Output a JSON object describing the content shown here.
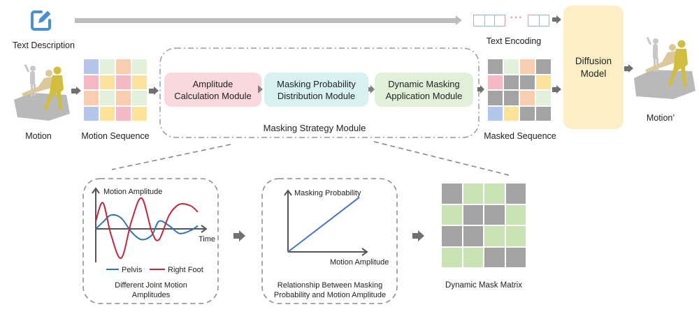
{
  "inputs": {
    "text_description": {
      "label": "Text Description",
      "icon": "edit-icon"
    },
    "motion": {
      "label": "Motion"
    },
    "motion_sequence": {
      "label": "Motion Sequence",
      "cells": [
        [
          "#b4c7ea",
          "#e2f0dc",
          "#f8cdb0",
          "#e2f0dc"
        ],
        [
          "#f4b9c4",
          "#fde29a",
          "#f4b9c4",
          "#fde29a"
        ],
        [
          "#f8cdb0",
          "#e2f0dc",
          "#f8cdb0",
          "#e2f0dc"
        ],
        [
          "#b4c7ea",
          "#fde29a",
          "#f4b9c4",
          "#fde29a"
        ]
      ]
    }
  },
  "text_encoding": {
    "label": "Text Encoding",
    "ellipsis": "···"
  },
  "strategy": {
    "title": "Masking Strategy Module",
    "modules": [
      {
        "line1": "Amplitude",
        "line2": "Calculation Module",
        "color": "#f9d9de"
      },
      {
        "line1": "Masking Probability",
        "line2": "Distribution Module",
        "color": "#d8f2f2"
      },
      {
        "line1": "Dynamic Masking",
        "line2": "Application Module",
        "color": "#e1f0d9"
      }
    ]
  },
  "masked_sequence": {
    "label": "Masked Sequence",
    "cells": [
      [
        "#a3a3a3",
        "#e2f0dc",
        "#f8cdb0",
        "#a3a3a3"
      ],
      [
        "#f4b9c4",
        "#a3a3a3",
        "#a3a3a3",
        "#fde29a"
      ],
      [
        "#a3a3a3",
        "#a3a3a3",
        "#f8cdb0",
        "#e2f0dc"
      ],
      [
        "#b4c7ea",
        "#fde29a",
        "#a3a3a3",
        "#a3a3a3"
      ]
    ]
  },
  "diffusion": {
    "line1": "Diffusion",
    "line2": "Model"
  },
  "output": {
    "label": "Motion’"
  },
  "detail": {
    "amplitude_chart": {
      "caption_line1": "Different Joint Motion",
      "caption_line2": "Amplitudes"
    },
    "probability_chart": {
      "caption_line1": "Relationship Between Masking",
      "caption_line2": "Probability and Motion Amplitude"
    },
    "mask_matrix": {
      "label": "Dynamic Mask Matrix",
      "cells": [
        [
          "#a3a3a3",
          "#c9e3b4",
          "#c9e3b4",
          "#a3a3a3"
        ],
        [
          "#c9e3b4",
          "#a3a3a3",
          "#a3a3a3",
          "#c9e3b4"
        ],
        [
          "#a3a3a3",
          "#a3a3a3",
          "#c9e3b4",
          "#c9e3b4"
        ],
        [
          "#c9e3b4",
          "#c9e3b4",
          "#a3a3a3",
          "#a3a3a3"
        ]
      ]
    }
  },
  "chart_data": [
    {
      "type": "line",
      "title": "Different Joint Motion Amplitudes",
      "xlabel": "Time",
      "ylabel": "Motion Amplitude",
      "xlim": [
        0,
        1
      ],
      "ylim": [
        -1,
        1
      ],
      "grid": false,
      "legend_position": "bottom",
      "x": [
        0,
        0.07,
        0.15,
        0.25,
        0.35,
        0.45,
        0.55,
        0.62,
        0.72,
        0.82,
        0.93,
        1.0
      ],
      "series": [
        {
          "name": "Pelvis",
          "color": "#2e75b6",
          "values": [
            0,
            0.22,
            0.45,
            0.35,
            -0.1,
            -0.35,
            -0.2,
            0.25,
            0.1,
            -0.15,
            -0.05,
            0.1
          ]
        },
        {
          "name": "Right Foot",
          "color": "#c0283c",
          "values": [
            0.25,
            0.85,
            -0.2,
            -0.95,
            0.25,
            1.0,
            -0.1,
            -0.35,
            0.45,
            0.8,
            0.75,
            0.55
          ]
        }
      ]
    },
    {
      "type": "line",
      "title": "Relationship Between Masking Probability and Motion Amplitude",
      "xlabel": "Motion Amplitude",
      "ylabel": "Masking Probability",
      "xlim": [
        0,
        1
      ],
      "ylim": [
        0,
        1
      ],
      "grid": false,
      "x": [
        0,
        0.85
      ],
      "series": [
        {
          "name": "Masking Probability",
          "color": "#4472c4",
          "values": [
            0,
            0.85
          ]
        }
      ]
    }
  ]
}
